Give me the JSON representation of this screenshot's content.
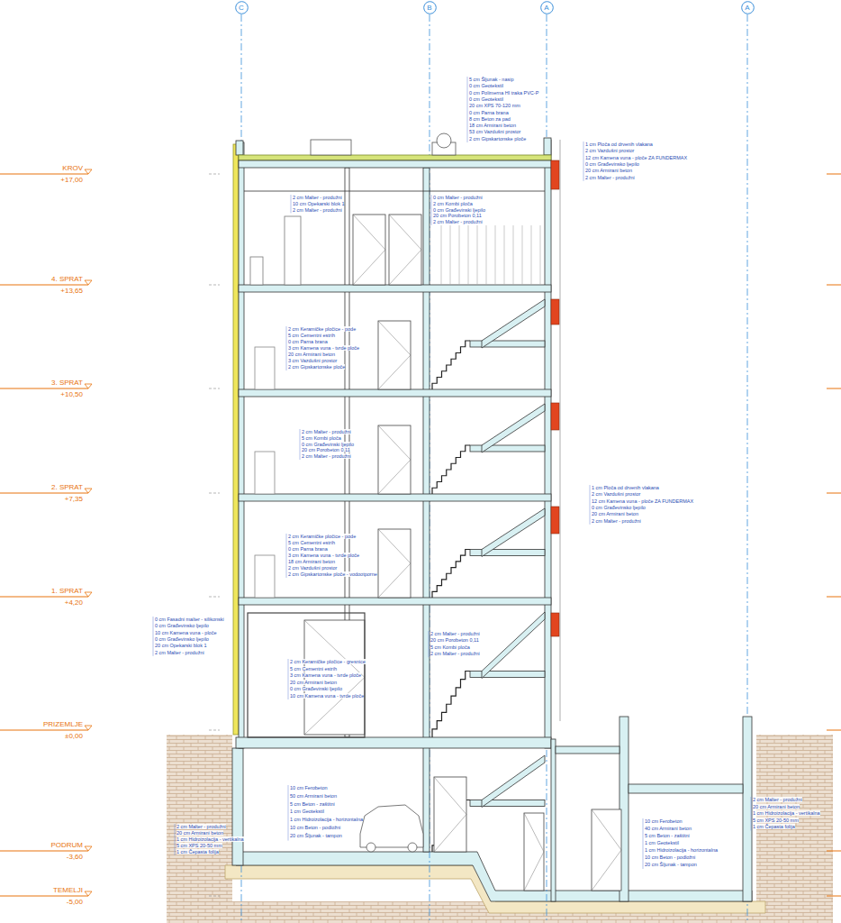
{
  "diagram": {
    "nodes": [
      {
        "text": [
          "C"
        ]
      },
      {
        "text": [
          "B"
        ]
      },
      {
        "text": [
          "A"
        ]
      },
      {
        "text": [
          "A"
        ]
      }
    ],
    "labels": [
      "KROV",
      "+17,00",
      "4. SPRAT",
      "+13,65",
      "3. SPRAT",
      "+10,50",
      "2. SPRAT",
      "+7,35",
      "1. SPRAT",
      "+4,20",
      "PRIZEMLJE",
      "±0,00",
      "PODRUM",
      "-3,60",
      "TEMELJI",
      "-5,00",
      "5 cm Šljunak - nasip",
      "0 cm Geotekstil",
      "0 cm Polimerna HI traka PVC-P",
      "0 cm Geotekstil",
      "20 cm XPS 70-120 mm",
      "0 cm Parna brana",
      "8 cm Beton za pad",
      "18 cm Armirani beton",
      "53 cm Vazdušni prostor",
      "2 cm Gipskartonske ploče",
      "1 cm Ploča od drvenih vlakana",
      "2 cm Vazdušni prostor",
      "12 cm Kamena vuna - ploče ZA FUNDERMAX",
      "0 cm Građevinsko ljepilo",
      "20 cm Armirani beton",
      "2 cm Malter - produžni",
      "2 cm Malter - produžni",
      "10 cm Opekarski blok 1",
      "2 cm Malter - produžni",
      "0 cm Malter - produžni",
      "2 cm Kombi ploča",
      "0 cm Građevinski ljepilo",
      "20 cm Porobeton 0,11",
      "2 cm Malter - produžni",
      "2 cm Keramičke pločice - pode",
      "5 cm Cementni estrih",
      "0 cm Parna brana",
      "3 cm Kamena vuna - tvrde ploče",
      "20 cm Armirani beton",
      "3 cm Vazdušni prostor",
      "2 cm Gipskartonske ploče",
      "2 cm Malter - produžni",
      "5 cm Kombi ploča",
      "0 cm Građevinski ljepilo",
      "20 cm Porobeton 0,11",
      "2 cm Malter - produžni",
      "2 cm Keramičke pločice - pode",
      "5 cm Cementni estrih",
      "0 cm Parna brana",
      "3 cm Kamena vuna - tvrde ploče",
      "18 cm Armirani beton",
      "2 cm Vazdušni prostor",
      "2 cm Gipskartonske ploče - vodootporne",
      "1 cm Ploča od drvenih vlakana",
      "2 cm Vazdušni prostor",
      "12 cm Kamena vuna - ploče ZA FUNDERMAX",
      "0 cm Građevinsko ljepilo",
      "20 cm Armirani beton",
      "2 cm Malter - produžni",
      "0 cm Fasadni malter - silikonski",
      "0 cm Građevinsko ljepilo",
      "10 cm Kamena vuna - ploče",
      "0 cm Građevinsko ljepilo",
      "20 cm Opekarski blok 1",
      "2 cm Malter - produžni",
      "2 cm Malter - produžni",
      "20 cm Porobeton 0,11",
      "5 cm Kombi ploča",
      "2 cm Malter - produžni",
      "2 cm Keramičke pločice - gresnice",
      "5 cm Cementni estrih",
      "3 cm Kamena vuna - tvrde ploče",
      "20 cm Armirani beton",
      "0 cm Građevinski ljepilo",
      "10 cm Kamena vuna - tvrde ploče",
      "10 cm Ferobeton",
      "50 cm Armirani beton",
      "5 cm Beton - zaštitni",
      "1 cm Geotekstil",
      "1 cm Hidroizolacija - horizontalna",
      "10 cm Beton - podložni",
      "20 cm Šljunak - tampon",
      "2 cm Malter - produžni",
      "20 cm Armirani beton",
      "1 cm Hidroizolacija - vertikalna",
      "5 cm XPS 20-50 mm",
      "1 cm Čepasta folija",
      "10 cm Ferobeton",
      "40 cm Armirani beton",
      "5 cm Beton - zaštitni",
      "1 cm Geotekstil",
      "1 cm Hidroizolacija - horizontalna",
      "10 cm Beton - podložni",
      "20 cm Šljunak - tampon",
      "2 cm Malter - produžni",
      "20 cm Armirani beton",
      "1 cm Hidroizolacija - vertikalna",
      "5 cm XPS 20-50 mm",
      "1 cm Čepasta folija"
    ]
  }
}
